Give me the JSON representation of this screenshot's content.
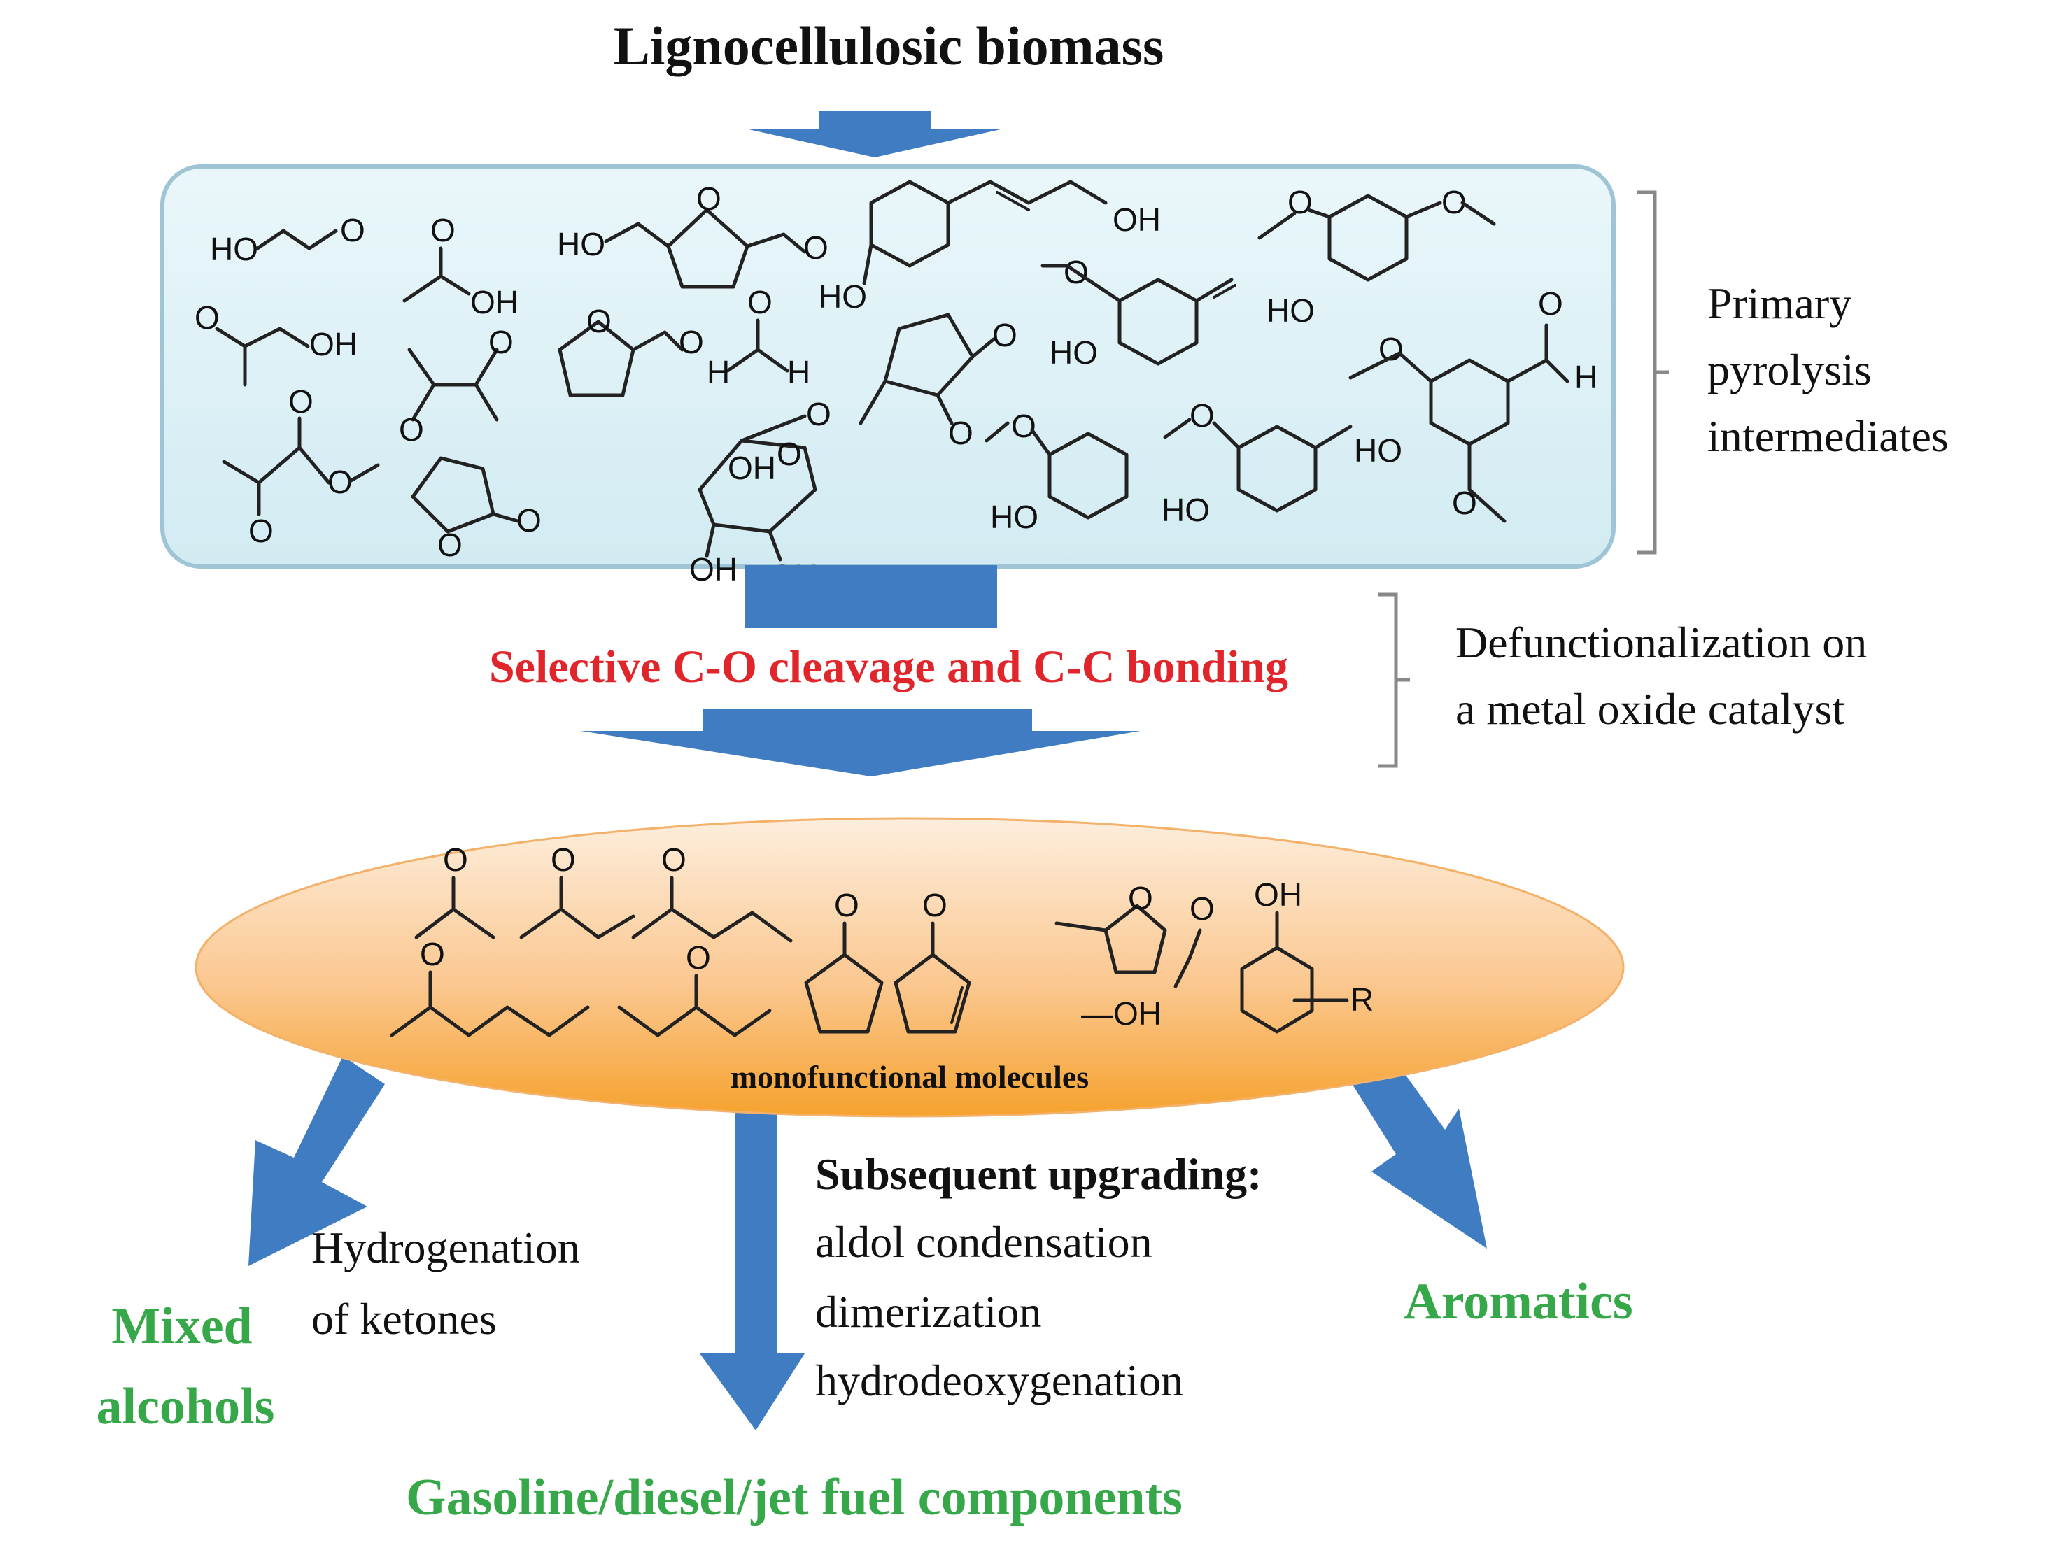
{
  "title": "Lignocellulosic biomass",
  "brackets": {
    "primary": [
      "Primary",
      "pyrolysis",
      "intermediates"
    ],
    "defunctionalization": [
      "Defunctionalization on",
      "a metal oxide catalyst"
    ]
  },
  "process_label": "Selective C-O cleavage and C-C bonding",
  "ellipse_label": "monofunctional molecules",
  "upgrading": {
    "heading": "Subsequent upgrading:",
    "steps": [
      "aldol condensation",
      "dimerization",
      "hydrodeoxygenation"
    ]
  },
  "hydrogenation": [
    "Hydrogenation",
    "of ketones"
  ],
  "products": {
    "mixed_alcohols": [
      "Mixed",
      "alcohols"
    ],
    "aromatics": "Aromatics",
    "fuels": "Gasoline/diesel/jet fuel components"
  },
  "atom_labels": {
    "HO": "HO",
    "OH": "OH",
    "O": "O",
    "H": "H",
    "R": "R",
    "minus_OH": "—OH"
  },
  "colors": {
    "arrow": "#3f7cc1",
    "red_text": "#e0262b",
    "green_text": "#37a84a",
    "box_fill": "#dff1f6",
    "box_stroke": "#9fc4d6",
    "ellipse_top": "#fde2c4",
    "ellipse_bottom": "#f7a532"
  }
}
